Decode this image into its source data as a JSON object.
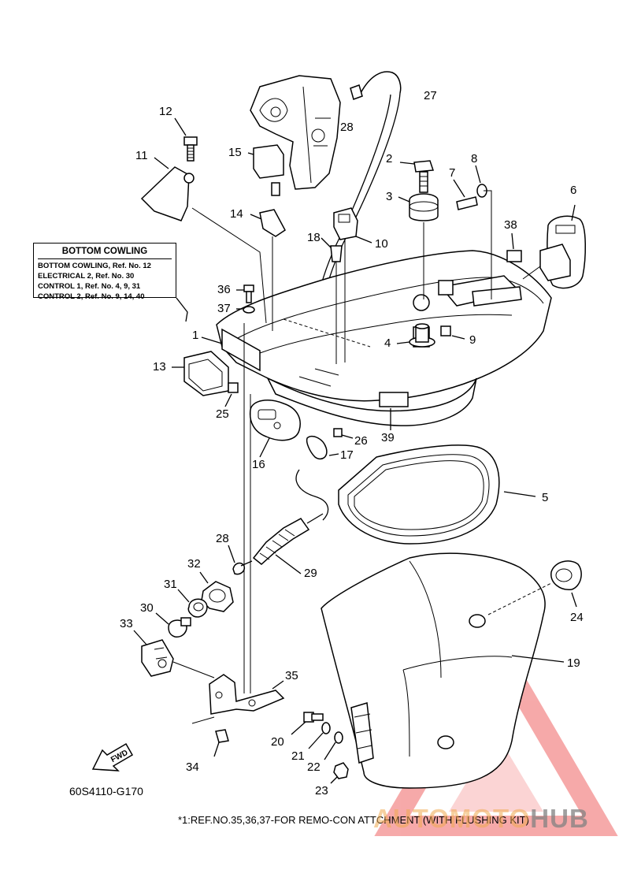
{
  "diagram": {
    "part_labels": [
      "1",
      "2",
      "3",
      "4",
      "5",
      "6",
      "7",
      "8",
      "9",
      "10",
      "11",
      "12",
      "13",
      "14",
      "15",
      "16",
      "17",
      "18",
      "19",
      "20",
      "21",
      "22",
      "23",
      "24",
      "25",
      "26",
      "27",
      "28",
      "28",
      "29",
      "30",
      "31",
      "32",
      "33",
      "34",
      "35",
      "36",
      "37",
      "38",
      "39"
    ],
    "fwd_label": "FWD"
  },
  "ref_box": {
    "title": "BOTTOM COWLING",
    "rows": [
      "BOTTOM COWLING, Ref. No. 12",
      "ELECTRICAL 2, Ref. No. 30",
      "CONTROL 1, Ref. No. 4, 9, 31",
      "CONTROL 2, Ref. No. 9, 14, 40"
    ]
  },
  "catalog_code": "60S4110-G170",
  "footnote": "*1:REF.NO.35,36,37-FOR REMO-CON ATTCHMENT (WITH FLUSHING KIT)",
  "watermark": {
    "text_a": "AUTOMOTO",
    "text_b": "HUB",
    "color_a": "#eeaa50",
    "color_b": "#828282",
    "logo_color": "#ee5555"
  }
}
